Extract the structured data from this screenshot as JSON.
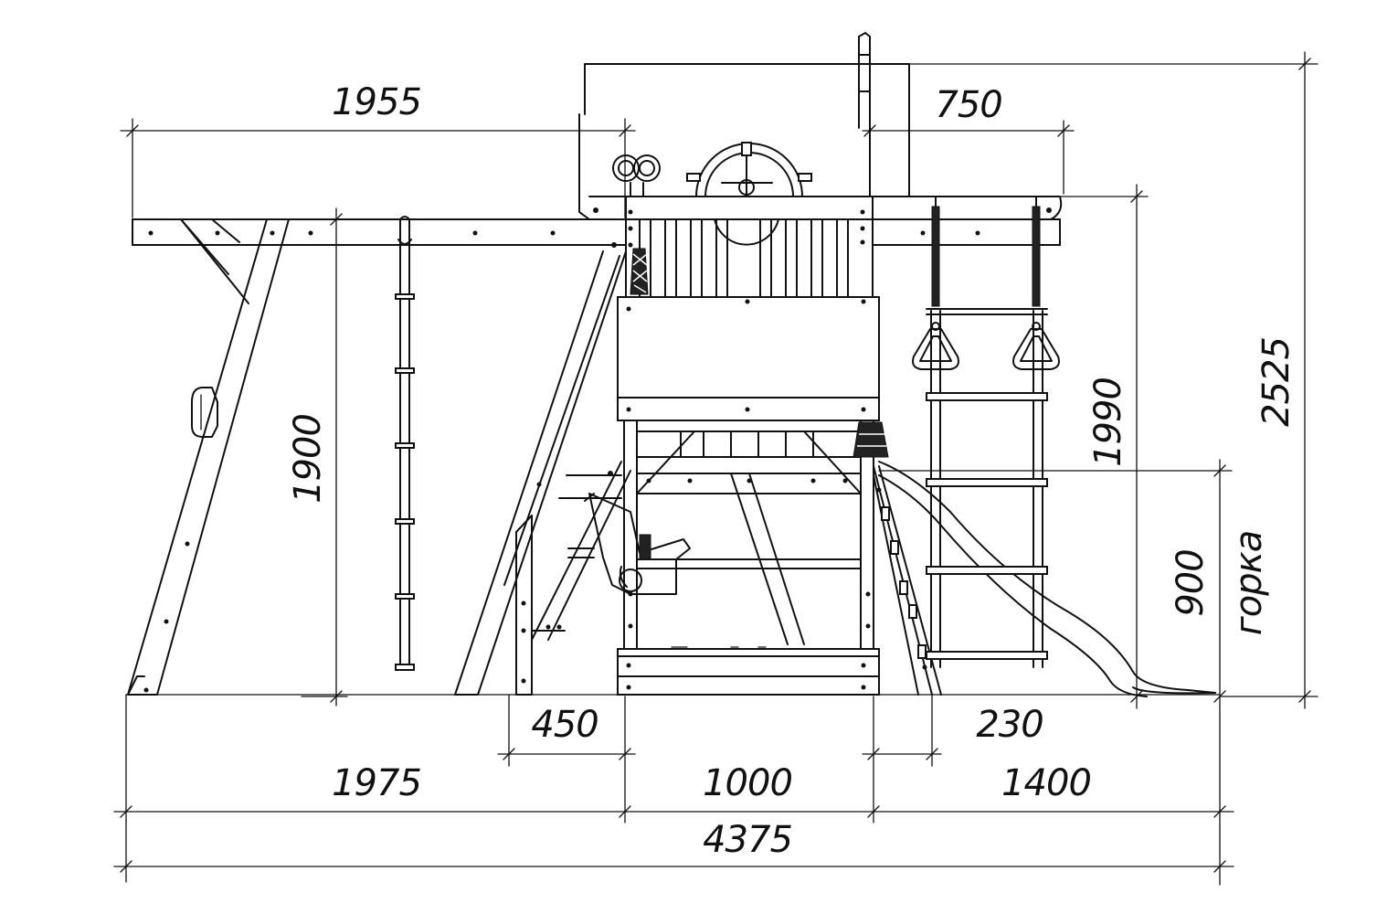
{
  "diagram": {
    "dimensions": {
      "top_left_width": "1955",
      "top_right_offset": "750",
      "left_frame_height": "1900",
      "tower_height": "1990",
      "total_height": "2525",
      "slide_platform_height": "900",
      "slide_label": "горка",
      "ladder_offset": "450",
      "ring_ladder_offset": "230",
      "left_section": "1975",
      "middle_section": "1000",
      "right_section": "1400",
      "total_width": "4375"
    }
  }
}
